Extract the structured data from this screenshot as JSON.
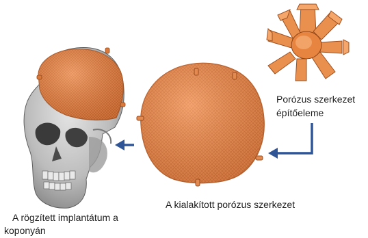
{
  "labels": {
    "building_element_line1": "Porózus szerkezet",
    "building_element_line2": "építőeleme",
    "porous_structure": "A kialakított porózus szerkezet",
    "implant_line1": "A rögzített implantátum a",
    "implant_line2": "koponyán"
  },
  "colors": {
    "implant_orange": "#e98a4e",
    "implant_dark": "#b85e2a",
    "arrow_blue": "#2f5597",
    "skull_gray": "#b8b8b8"
  },
  "icons": {
    "unit_cell": "porous-unit-cell-icon",
    "porous_cap": "porous-cap-mesh",
    "skull": "skull-render"
  }
}
